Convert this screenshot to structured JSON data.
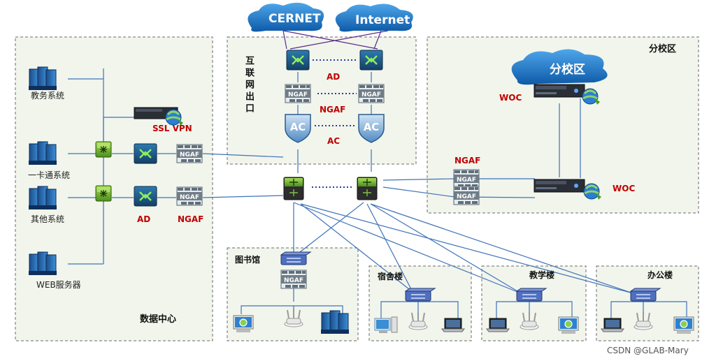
{
  "clouds": {
    "cernet": "CERNET",
    "internet": "Internet",
    "branch": "分校区"
  },
  "zones": {
    "egress": "互联网出口",
    "branch": "分校区",
    "datacenter": "数据中心",
    "library": "图书馆",
    "dorm": "宿舍楼",
    "teaching": "教学楼",
    "office": "办公楼"
  },
  "device_labels": {
    "ad": "AD",
    "ngaf": "NGAF",
    "ac": "AC",
    "woc": "WOC",
    "sslvpn": "SSL VPN"
  },
  "servers": {
    "academic": "教务系统",
    "card": "一卡通系统",
    "other": "其他系统",
    "web": "WEB服务器"
  },
  "watermark": "CSDN @GLAB-Mary",
  "colors": {
    "link": "#3f73b8",
    "label_red": "#c00000",
    "zone_fill": "#f1f5ec",
    "zone_border": "#6b6b6b",
    "cloud": "#1b6fc2",
    "switch_green": "#7cbd3a",
    "router_blue": "#1f5a8a",
    "firewall_grey": "#5f6e7a"
  }
}
